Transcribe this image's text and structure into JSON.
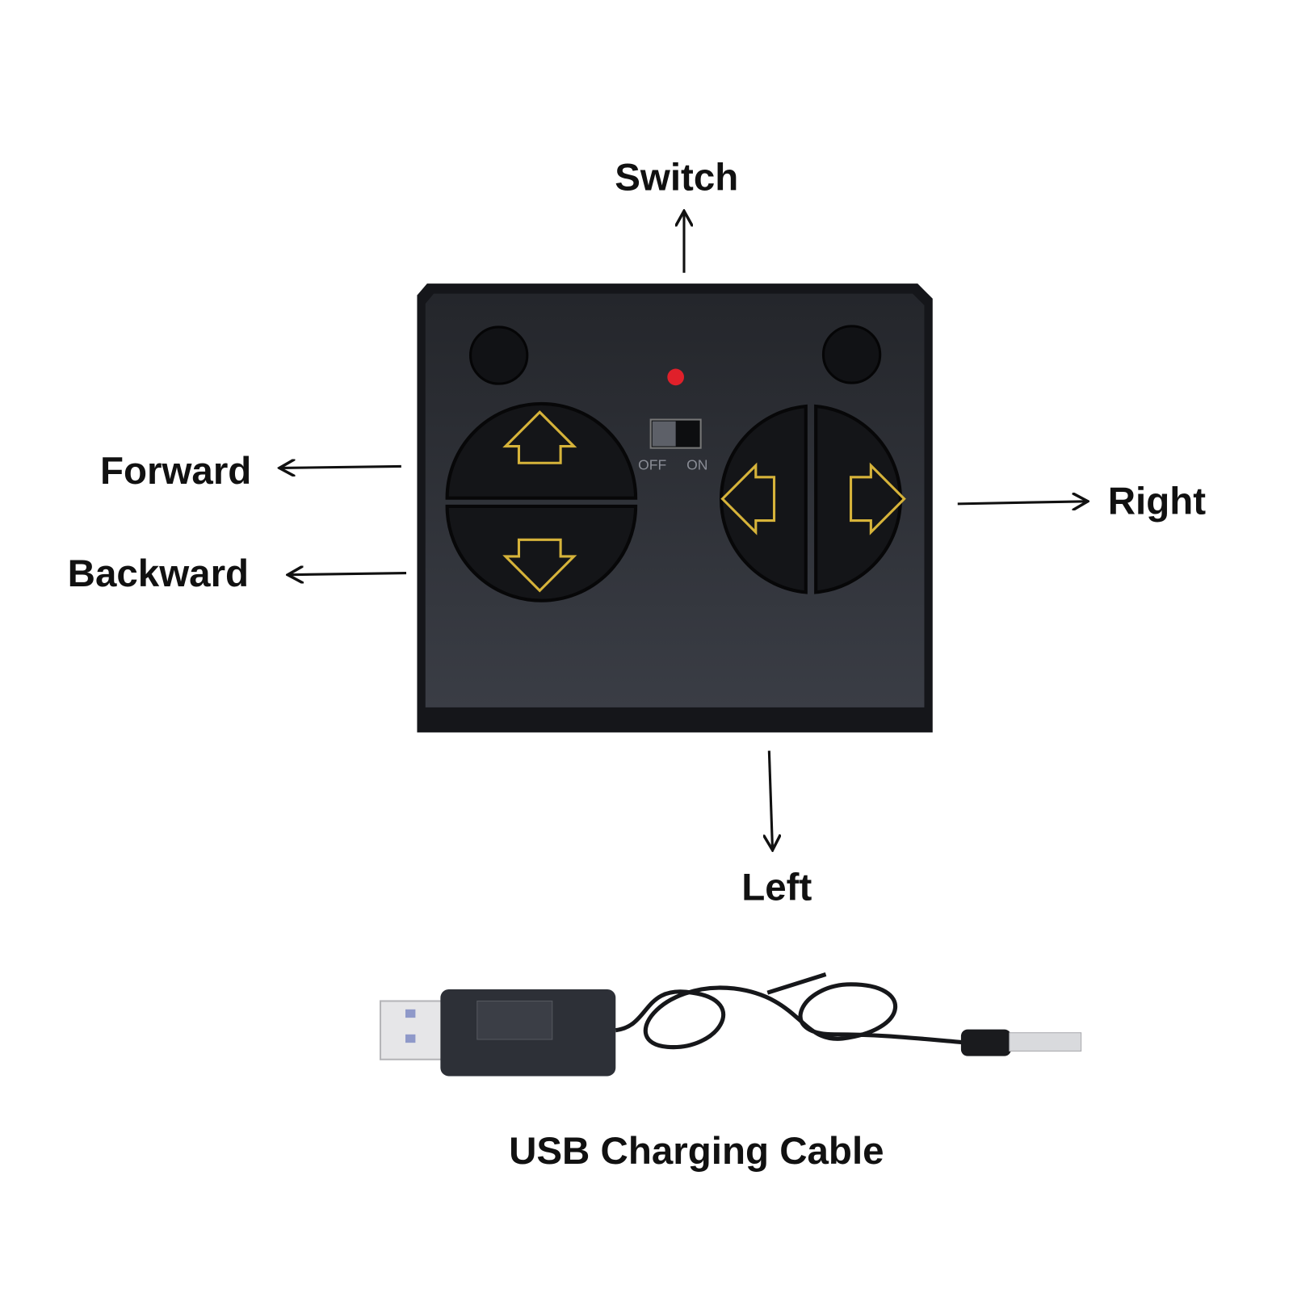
{
  "labels": {
    "switch": "Switch",
    "forward": "Forward",
    "backward": "Backward",
    "right": "Right",
    "left": "Left",
    "cable": "USB Charging Cable"
  },
  "remote": {
    "switch_off": "OFF",
    "switch_on": "ON"
  },
  "colors": {
    "body": "#2c2f36",
    "button": "#141518",
    "arrow_outline": "#d6b33a",
    "led": "#e0202a"
  }
}
